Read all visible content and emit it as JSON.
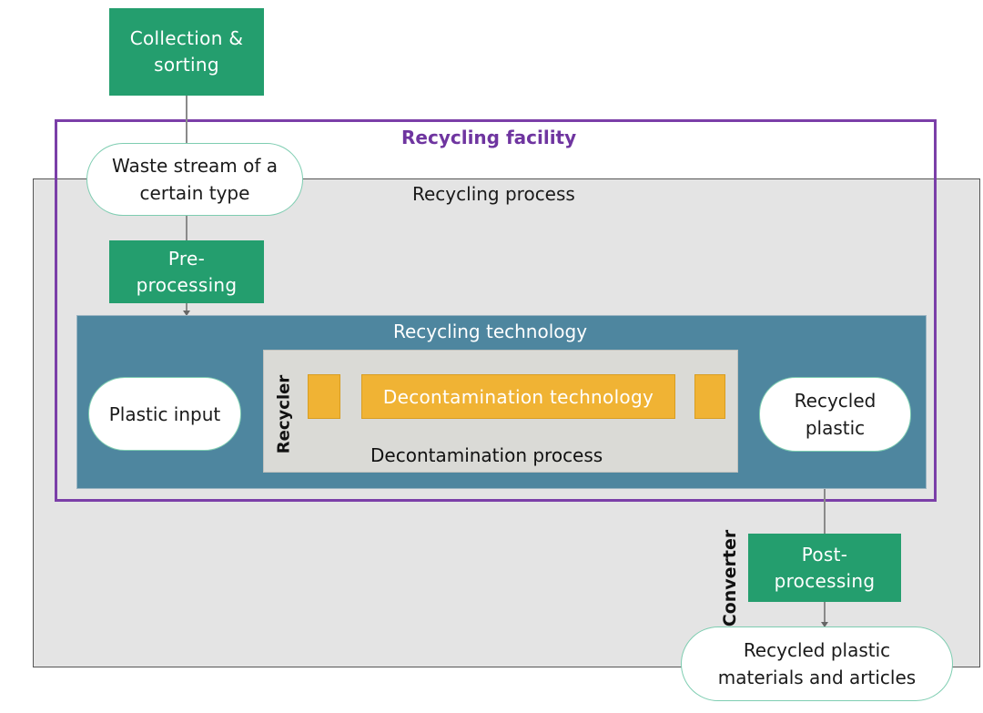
{
  "diagram": {
    "collection_sorting": "Collection & sorting",
    "recycling_facility": "Recycling facility",
    "recycling_process": "Recycling process",
    "waste_stream": "Waste stream of a certain type",
    "pre_processing": "Pre- processing",
    "recycling_technology": "Recycling technology",
    "plastic_input": "Plastic input",
    "recycler": "Recycler",
    "decontamination_technology": "Decontamination technology",
    "decontamination_process": "Decontamination process",
    "recycled_plastic": "Recycled plastic",
    "converter": "Converter",
    "post_processing": "Post- processing",
    "recycled_materials": "Recycled plastic materials and articles"
  },
  "colors": {
    "green": "#249e6e",
    "purple": "#7b3fa8",
    "blue": "#4e869f",
    "orange": "#f0b334",
    "grey_process": "#e4e4e4",
    "grey_decontamination": "#dadad6",
    "pill_border": "#7ecdb1"
  }
}
